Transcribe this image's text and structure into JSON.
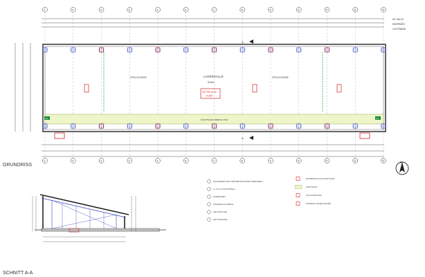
{
  "title_block": {
    "line1": "AF HALLE",
    "line2": "NOHRMEN",
    "line3": "LICHTBAND"
  },
  "grid_axes": [
    "①",
    "②",
    "③",
    "④",
    "⑤",
    "⑥",
    "⑦",
    "⑧",
    "⑨",
    "⑩",
    "⑪",
    "⑫",
    "⑬"
  ],
  "views": {
    "floor_plan_title": "GRUNDRISS",
    "section_title": "SCHNITT A-A",
    "section_marker": "A"
  },
  "plan_labels": {
    "hall_name": "LAGERHALLE",
    "hall_area": "910m²",
    "parking_left": "STELLFLÄCHE",
    "parking_right": "STELLFLÄCHE",
    "level_line1": "OK FFB ±0.00",
    "level_line2": "+0.254",
    "aisle": "HAUPTGANG BREITE 3.50m",
    "exit_left": "EX",
    "exit_right": "EX"
  },
  "north_arrow": "N",
  "legend": {
    "left": [
      "DACHEINDECKUNG TRAPEZBLECHKASSETTENELEMENT",
      "4 x 10mm LICHTKUPPELN",
      "RUNDRINNEN",
      "FASSADEN LICHTBAND",
      "SEKTIONALTOR",
      "RETTUNGSWEG"
    ],
    "right": [
      "ENTFERNUNG ZUM HAUPTGANG",
      "HAUPTGANG",
      "ZULUFTÖFFNUNG",
      "STANDORT FEUERLÖSCHER"
    ]
  },
  "colors": {
    "aisle_fill": "#eef5c8",
    "plan_red": "#cc2222",
    "plan_blue": "#3344bb",
    "plan_green": "#2a9d3a",
    "exit_green": "#1a8a3a",
    "line": "#333333"
  }
}
